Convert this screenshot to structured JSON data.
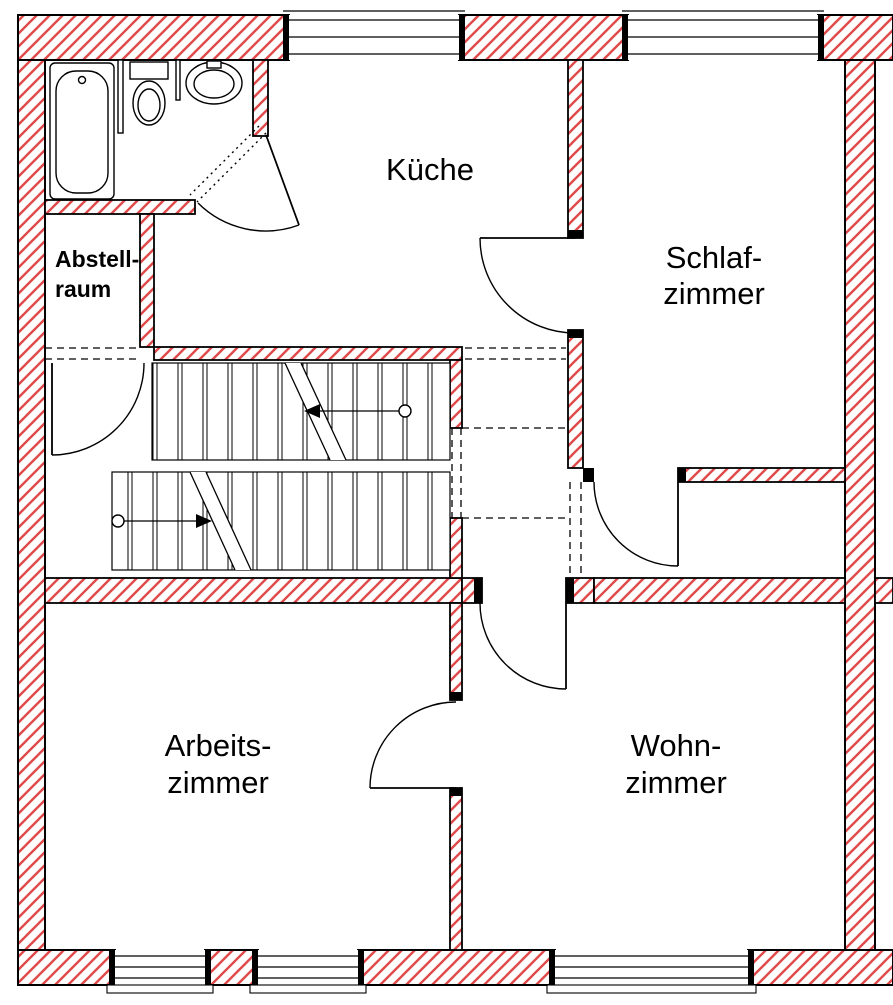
{
  "colors": {
    "wall_hatch": "#e04a4a",
    "outline": "#000000",
    "paper": "#ffffff"
  },
  "rooms": {
    "kueche": {
      "label": "Küche"
    },
    "schlafzimmer": {
      "line1": "Schlaf-",
      "line2": "zimmer"
    },
    "abstellraum": {
      "line1": "Abstell-",
      "line2": "raum"
    },
    "arbeitszimmer": {
      "line1": "Arbeits-",
      "line2": "zimmer"
    },
    "wohnzimmer": {
      "line1": "Wohn-",
      "line2": "zimmer"
    }
  }
}
